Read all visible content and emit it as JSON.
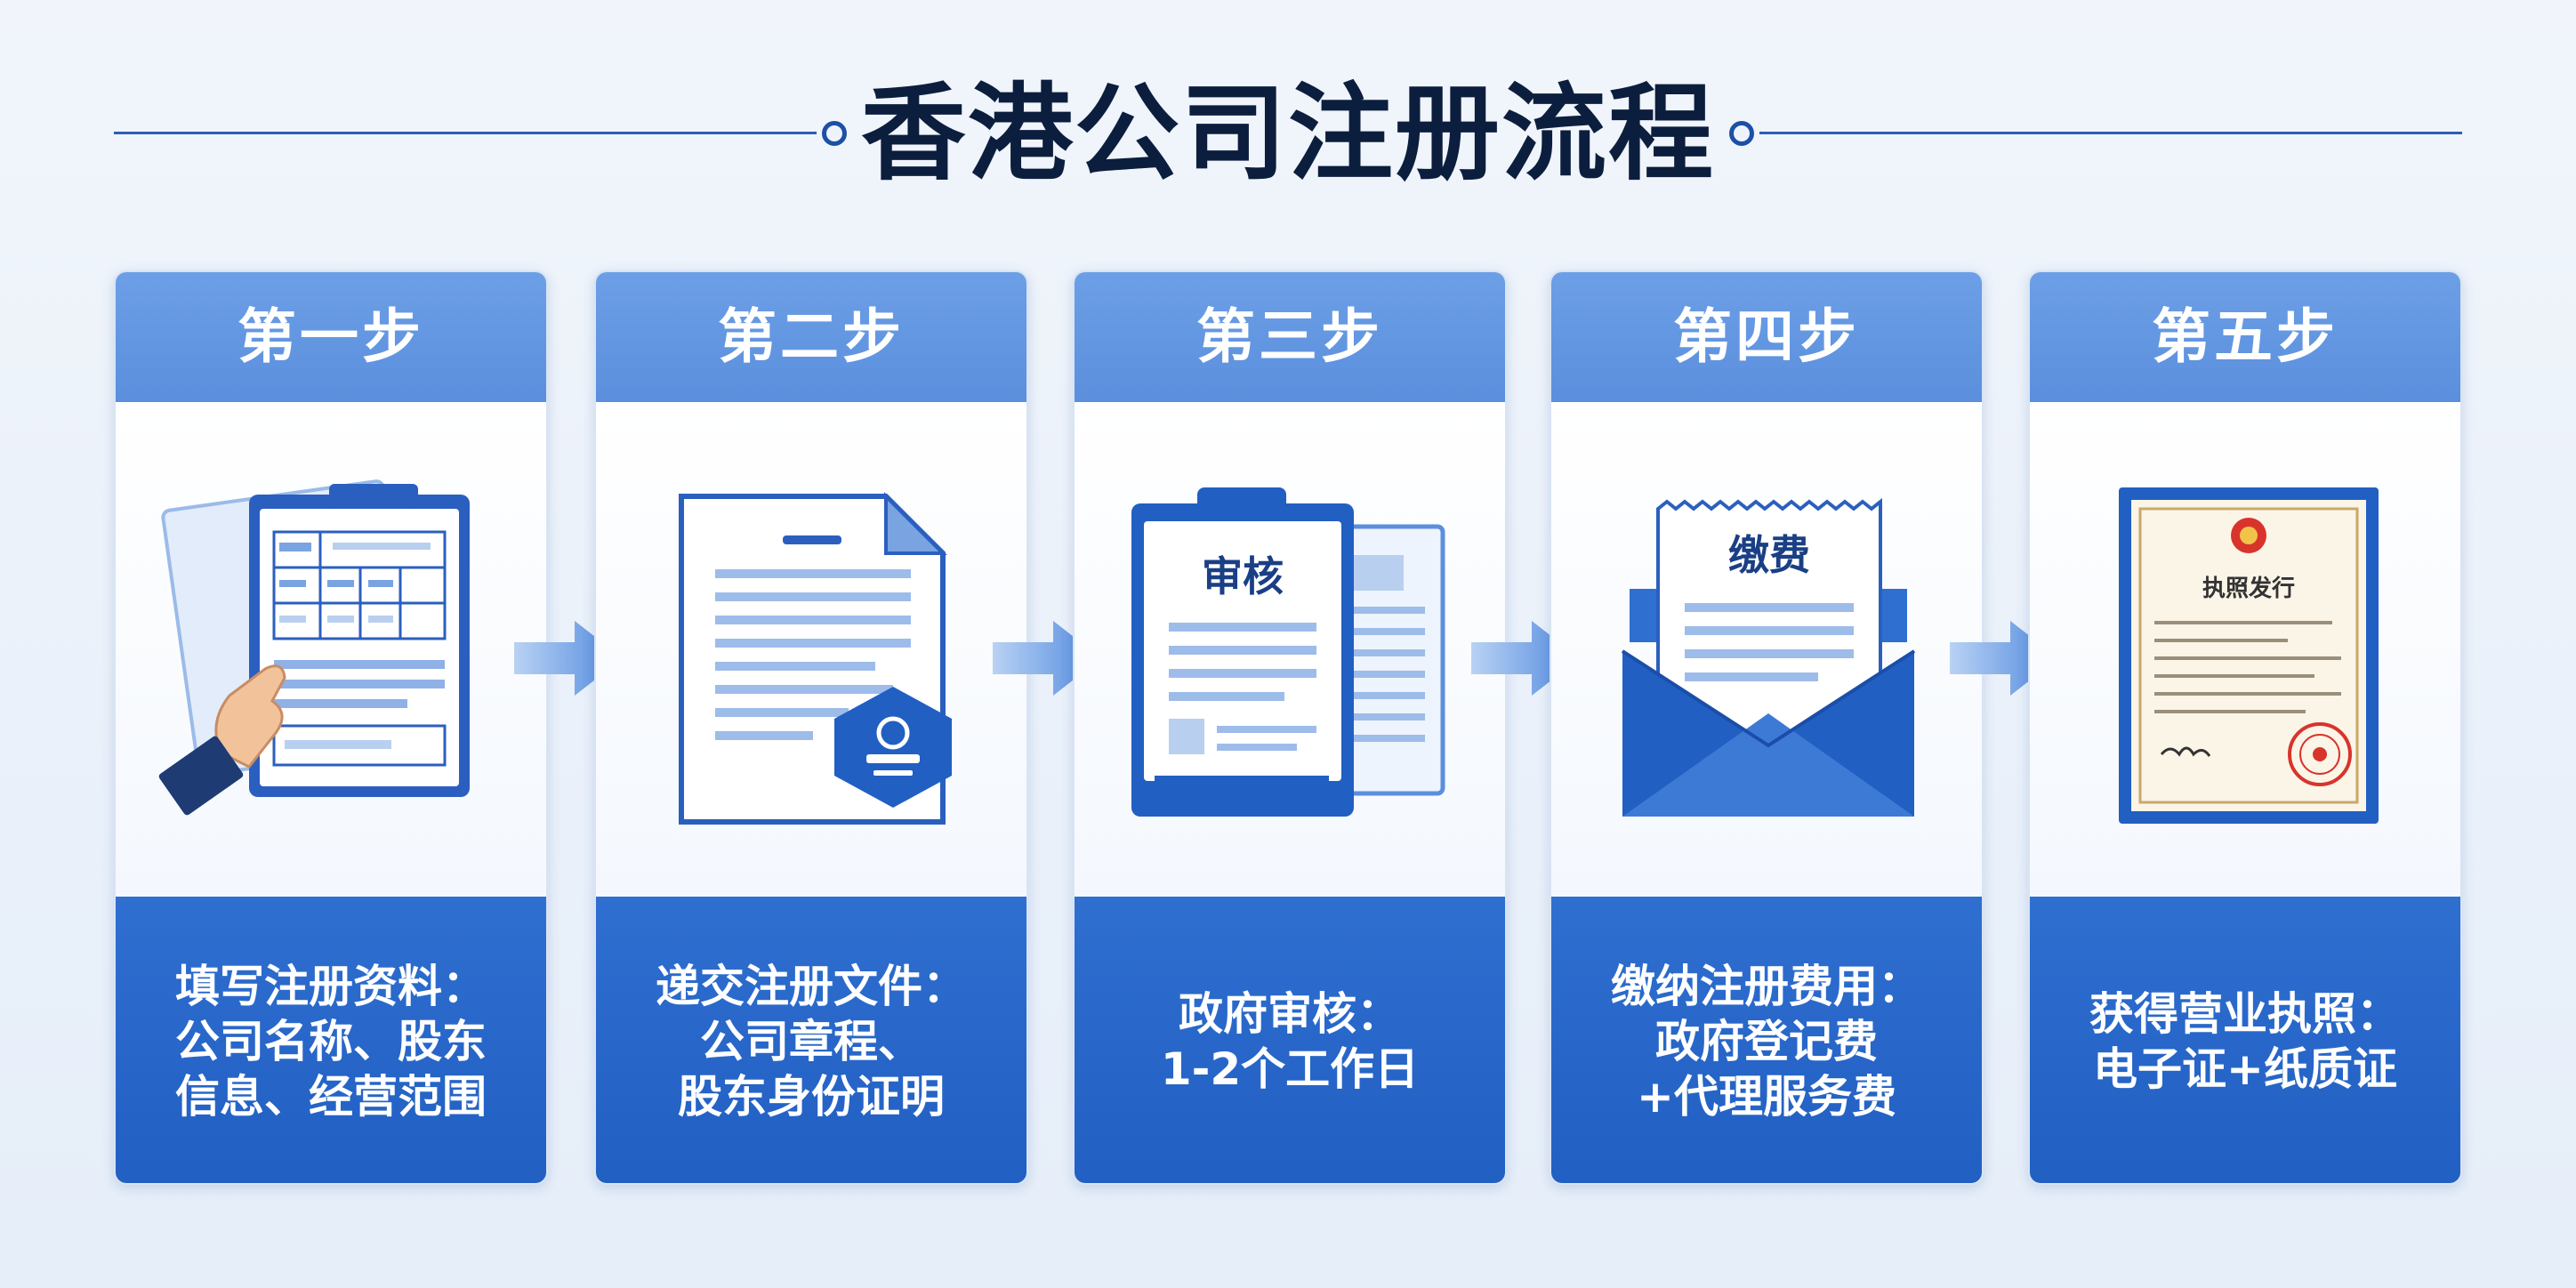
{
  "title": "香港公司注册流程",
  "steps": [
    {
      "label": "第一步",
      "desc": [
        "填写注册资料：",
        "公司名称、股东",
        "信息、经营范围"
      ]
    },
    {
      "label": "第二步",
      "desc": [
        "递交注册文件：",
        "公司章程、",
        "股东身份证明"
      ]
    },
    {
      "label": "第三步",
      "icon_text": "审核",
      "desc": [
        "政府审核：",
        "1-2个工作日"
      ]
    },
    {
      "label": "第四步",
      "icon_text": "缴费",
      "desc": [
        "缴纳注册费用：",
        "政府登记费",
        "+代理服务费"
      ]
    },
    {
      "label": "第五步",
      "icon_text": "执照发行",
      "desc": [
        "获得营业执照：",
        "电子证+纸质证"
      ]
    }
  ],
  "colors": {
    "head": "#5b8fdd",
    "foot": "#215fc2",
    "title": "#0c1e3d",
    "accent": "#2a5fb8"
  }
}
